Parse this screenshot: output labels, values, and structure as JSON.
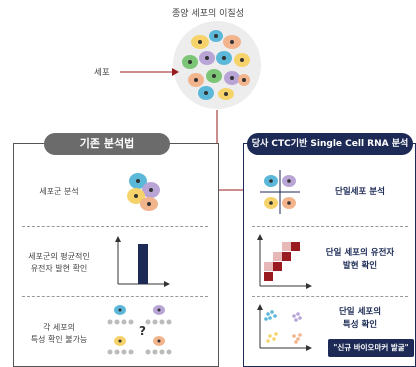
{
  "top": {
    "title": "종양 세포의 이질성",
    "cell_label": "세포"
  },
  "left_panel": {
    "header": "기존 분석법",
    "rows": [
      {
        "label_line1": "세포군 분석",
        "label_line2": ""
      },
      {
        "label_line1": "세포군의 평균적인",
        "label_line2": "유전자 발현 확인"
      },
      {
        "label_line1": "각 세포의",
        "label_line2": "특성 확인 불가능"
      }
    ],
    "question_mark": "?"
  },
  "right_panel": {
    "header": "당사 CTC기반 Single Cell RNA 분석",
    "rows": [
      {
        "label_line1": "단일세포 분석",
        "label_line2": ""
      },
      {
        "label_line1": "단일 세포의 유전자",
        "label_line2": "발현 확인"
      },
      {
        "label_line1": "단일 세포의",
        "label_line2": "특성 확인"
      }
    ],
    "badge": "\"신규 바이오마커 발굴\""
  },
  "colors": {
    "navy": "#1c2a55",
    "red": "#9a1b1f",
    "gray_header": "#6b6b6b",
    "cell_blue": "#5bb8d9",
    "cell_yellow": "#f5d36a",
    "cell_orange": "#f2b48c",
    "cell_purple": "#b8a5d6",
    "cell_green": "#7cc576"
  }
}
